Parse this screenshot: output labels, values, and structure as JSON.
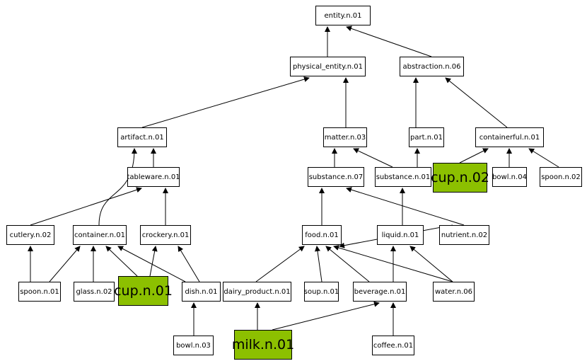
{
  "highlight_color": "#8cc000",
  "nodes": {
    "entity": "entity.n.01",
    "physical_entity": "physical_entity.n.01",
    "abstraction": "abstraction.n.06",
    "artifact": "artifact.n.01",
    "matter": "matter.n.03",
    "part": "part.n.01",
    "containerful": "containerful.n.01",
    "tableware": "tableware.n.01",
    "substance07": "substance.n.07",
    "substance01": "substance.n.01",
    "cup02": "cup.n.02",
    "bowl04": "bowl.n.04",
    "spoon02": "spoon.n.02",
    "cutlery": "cutlery.n.02",
    "container": "container.n.01",
    "crockery": "crockery.n.01",
    "food": "food.n.01",
    "liquid": "liquid.n.01",
    "nutrient": "nutrient.n.02",
    "spoon01": "spoon.n.01",
    "glass": "glass.n.02",
    "cup01": "cup.n.01",
    "dish": "dish.n.01",
    "dairy": "dairy_product.n.01",
    "soup": "soup.n.01",
    "beverage": "beverage.n.01",
    "water": "water.n.06",
    "bowl03": "bowl.n.03",
    "milk": "milk.n.01",
    "coffee": "coffee.n.01"
  },
  "highlighted": [
    "cup02",
    "cup01",
    "milk"
  ],
  "edges": [
    [
      "physical_entity",
      "entity"
    ],
    [
      "abstraction",
      "entity"
    ],
    [
      "artifact",
      "physical_entity"
    ],
    [
      "matter",
      "physical_entity"
    ],
    [
      "part",
      "abstraction"
    ],
    [
      "containerful",
      "abstraction"
    ],
    [
      "tableware",
      "artifact"
    ],
    [
      "container",
      "artifact"
    ],
    [
      "substance07",
      "matter"
    ],
    [
      "substance01",
      "matter"
    ],
    [
      "substance01",
      "part"
    ],
    [
      "cup02",
      "containerful"
    ],
    [
      "bowl04",
      "containerful"
    ],
    [
      "spoon02",
      "containerful"
    ],
    [
      "cutlery",
      "tableware"
    ],
    [
      "crockery",
      "tableware"
    ],
    [
      "food",
      "substance07"
    ],
    [
      "nutrient",
      "substance07"
    ],
    [
      "liquid",
      "substance01"
    ],
    [
      "spoon01",
      "cutlery"
    ],
    [
      "spoon01",
      "container"
    ],
    [
      "glass",
      "container"
    ],
    [
      "cup01",
      "container"
    ],
    [
      "dish",
      "container"
    ],
    [
      "cup01",
      "crockery"
    ],
    [
      "dish",
      "crockery"
    ],
    [
      "dairy",
      "food"
    ],
    [
      "soup",
      "food"
    ],
    [
      "beverage",
      "food"
    ],
    [
      "water",
      "food"
    ],
    [
      "nutrient",
      "food"
    ],
    [
      "beverage",
      "liquid"
    ],
    [
      "water",
      "liquid"
    ],
    [
      "bowl03",
      "dish"
    ],
    [
      "milk",
      "dairy"
    ],
    [
      "milk",
      "beverage"
    ],
    [
      "coffee",
      "beverage"
    ]
  ]
}
